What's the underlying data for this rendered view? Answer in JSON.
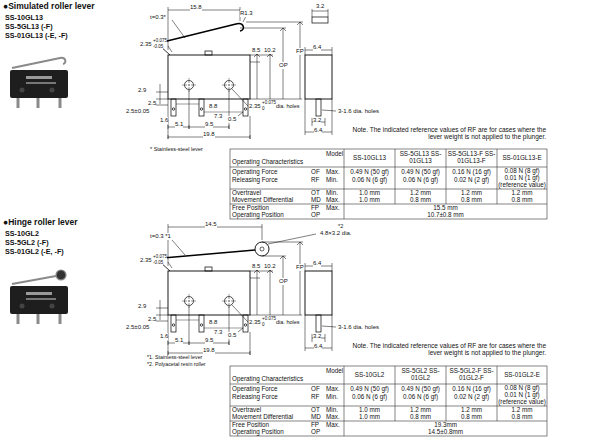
{
  "diagram": {
    "labels": [
      "●Simulated roller lever",
      "SS-10GL13",
      "SS-5GL13 (-F)",
      "SS-01GL13 (-E, -F)",
      "15.8",
      "R1.3",
      "t=0.3*",
      "3.2",
      "2.35",
      "+0.075",
      "-0.05",
      "8.5",
      "10.2",
      "FP",
      "OP",
      "2.9",
      "2.5",
      "2.5±0.05",
      "6.4",
      "2.35",
      "+0.075",
      "0",
      "dia. holes",
      "1.6",
      "8.8",
      "7.3",
      "0.5",
      "3.2",
      "6.4",
      "3-1.6 dia. holes",
      "5.1",
      "9.5",
      "19.8",
      "* Stainless-steel lever",
      "Note. The indicated reference values of RF are for cases where the lever weight is not applied to the plunger.",
      "Model",
      "Operating Characteristics",
      "SS-10GL13",
      "SS-5GL13 SS-01GL13",
      "SS-5GL13-F SS-01GL13-F",
      "SS-01GL13-E",
      "Operating Force",
      "Releasing Force",
      "OF",
      "RF",
      "Max.",
      "Min.",
      "0.49 N (50 gf)",
      "0.06 N (6 gf)",
      "0.49 N (50 gf)",
      "0.06 N (6 gf)",
      "0.16 N (16 gf)",
      "0.02 N (2 gf)",
      "0.08 N (8 gf)",
      "0.01 N (1 gf)",
      "(reference value)",
      "Overtravel",
      "Movement Differential",
      "OT",
      "MD",
      "Min.",
      "Max.",
      "1.0 mm",
      "1.0 mm",
      "1.2 mm",
      "0.8 mm",
      "1.2 mm",
      "0.8 mm",
      "1.2 mm",
      "0.8 mm",
      "Free Position",
      "Operating Position",
      "FP",
      "OP",
      "Max.",
      "15.5 mm",
      "10.7±0.8 mm",
      "●Hinge roller lever",
      "SS-10GL2",
      "SS-5GL2 (-F)",
      "SS-01GL2 (-E, -F)",
      "14.5",
      "*2",
      "4.8×3.2 dia.",
      "t=0.3 *1",
      "2.35",
      "+0.075",
      "-0.05",
      "FP",
      "OP",
      "8.5",
      "10.2",
      "2.9",
      "2.5",
      "2.5±0.05",
      "6.4",
      "2.35",
      "+0.075",
      "0",
      "dia. holes",
      "1.6",
      "8.8",
      "7.3",
      "0.5",
      "3.2",
      "6.4",
      "3-1.6 dia. holes",
      "5.1",
      "9.5",
      "19.8",
      "*1. Stainless-steel lever",
      "*2. Polyacetal resin roller",
      "Note. The indicated reference values of RF are for cases where the lever weight is not applied to the plunger.",
      "Model",
      "Operating Characteristics",
      "SS-10GL2",
      "SS-5GL2 SS-01GL2",
      "SS-5GL2-F SS-01GL2-F",
      "SS-01GL2-E",
      "Operating Force",
      "Releasing Force",
      "OF",
      "RF",
      "Max.",
      "Min.",
      "0.49 N (50 gf)",
      "0.06 N (6 gf)",
      "0.49 N (50 gf)",
      "0.06 N (6 gf)",
      "0.16 N (16 gf)",
      "0.02 N (2 gf)",
      "0.08 N (8 gf)",
      "0.01 N (1 gf)",
      "(reference value)",
      "Overtravel",
      "Movement Differential",
      "OT",
      "MD",
      "Min.",
      "Max.",
      "1.0 mm",
      "1.0 mm",
      "1.2 mm",
      "0.8 mm",
      "1.2 mm",
      "0.8 mm",
      "1.2 mm",
      "0.8 mm",
      "Free Position",
      "Operating Position",
      "FP",
      "OP",
      "Max.",
      "19.3mm",
      "14.5±0.8mm"
    ]
  }
}
